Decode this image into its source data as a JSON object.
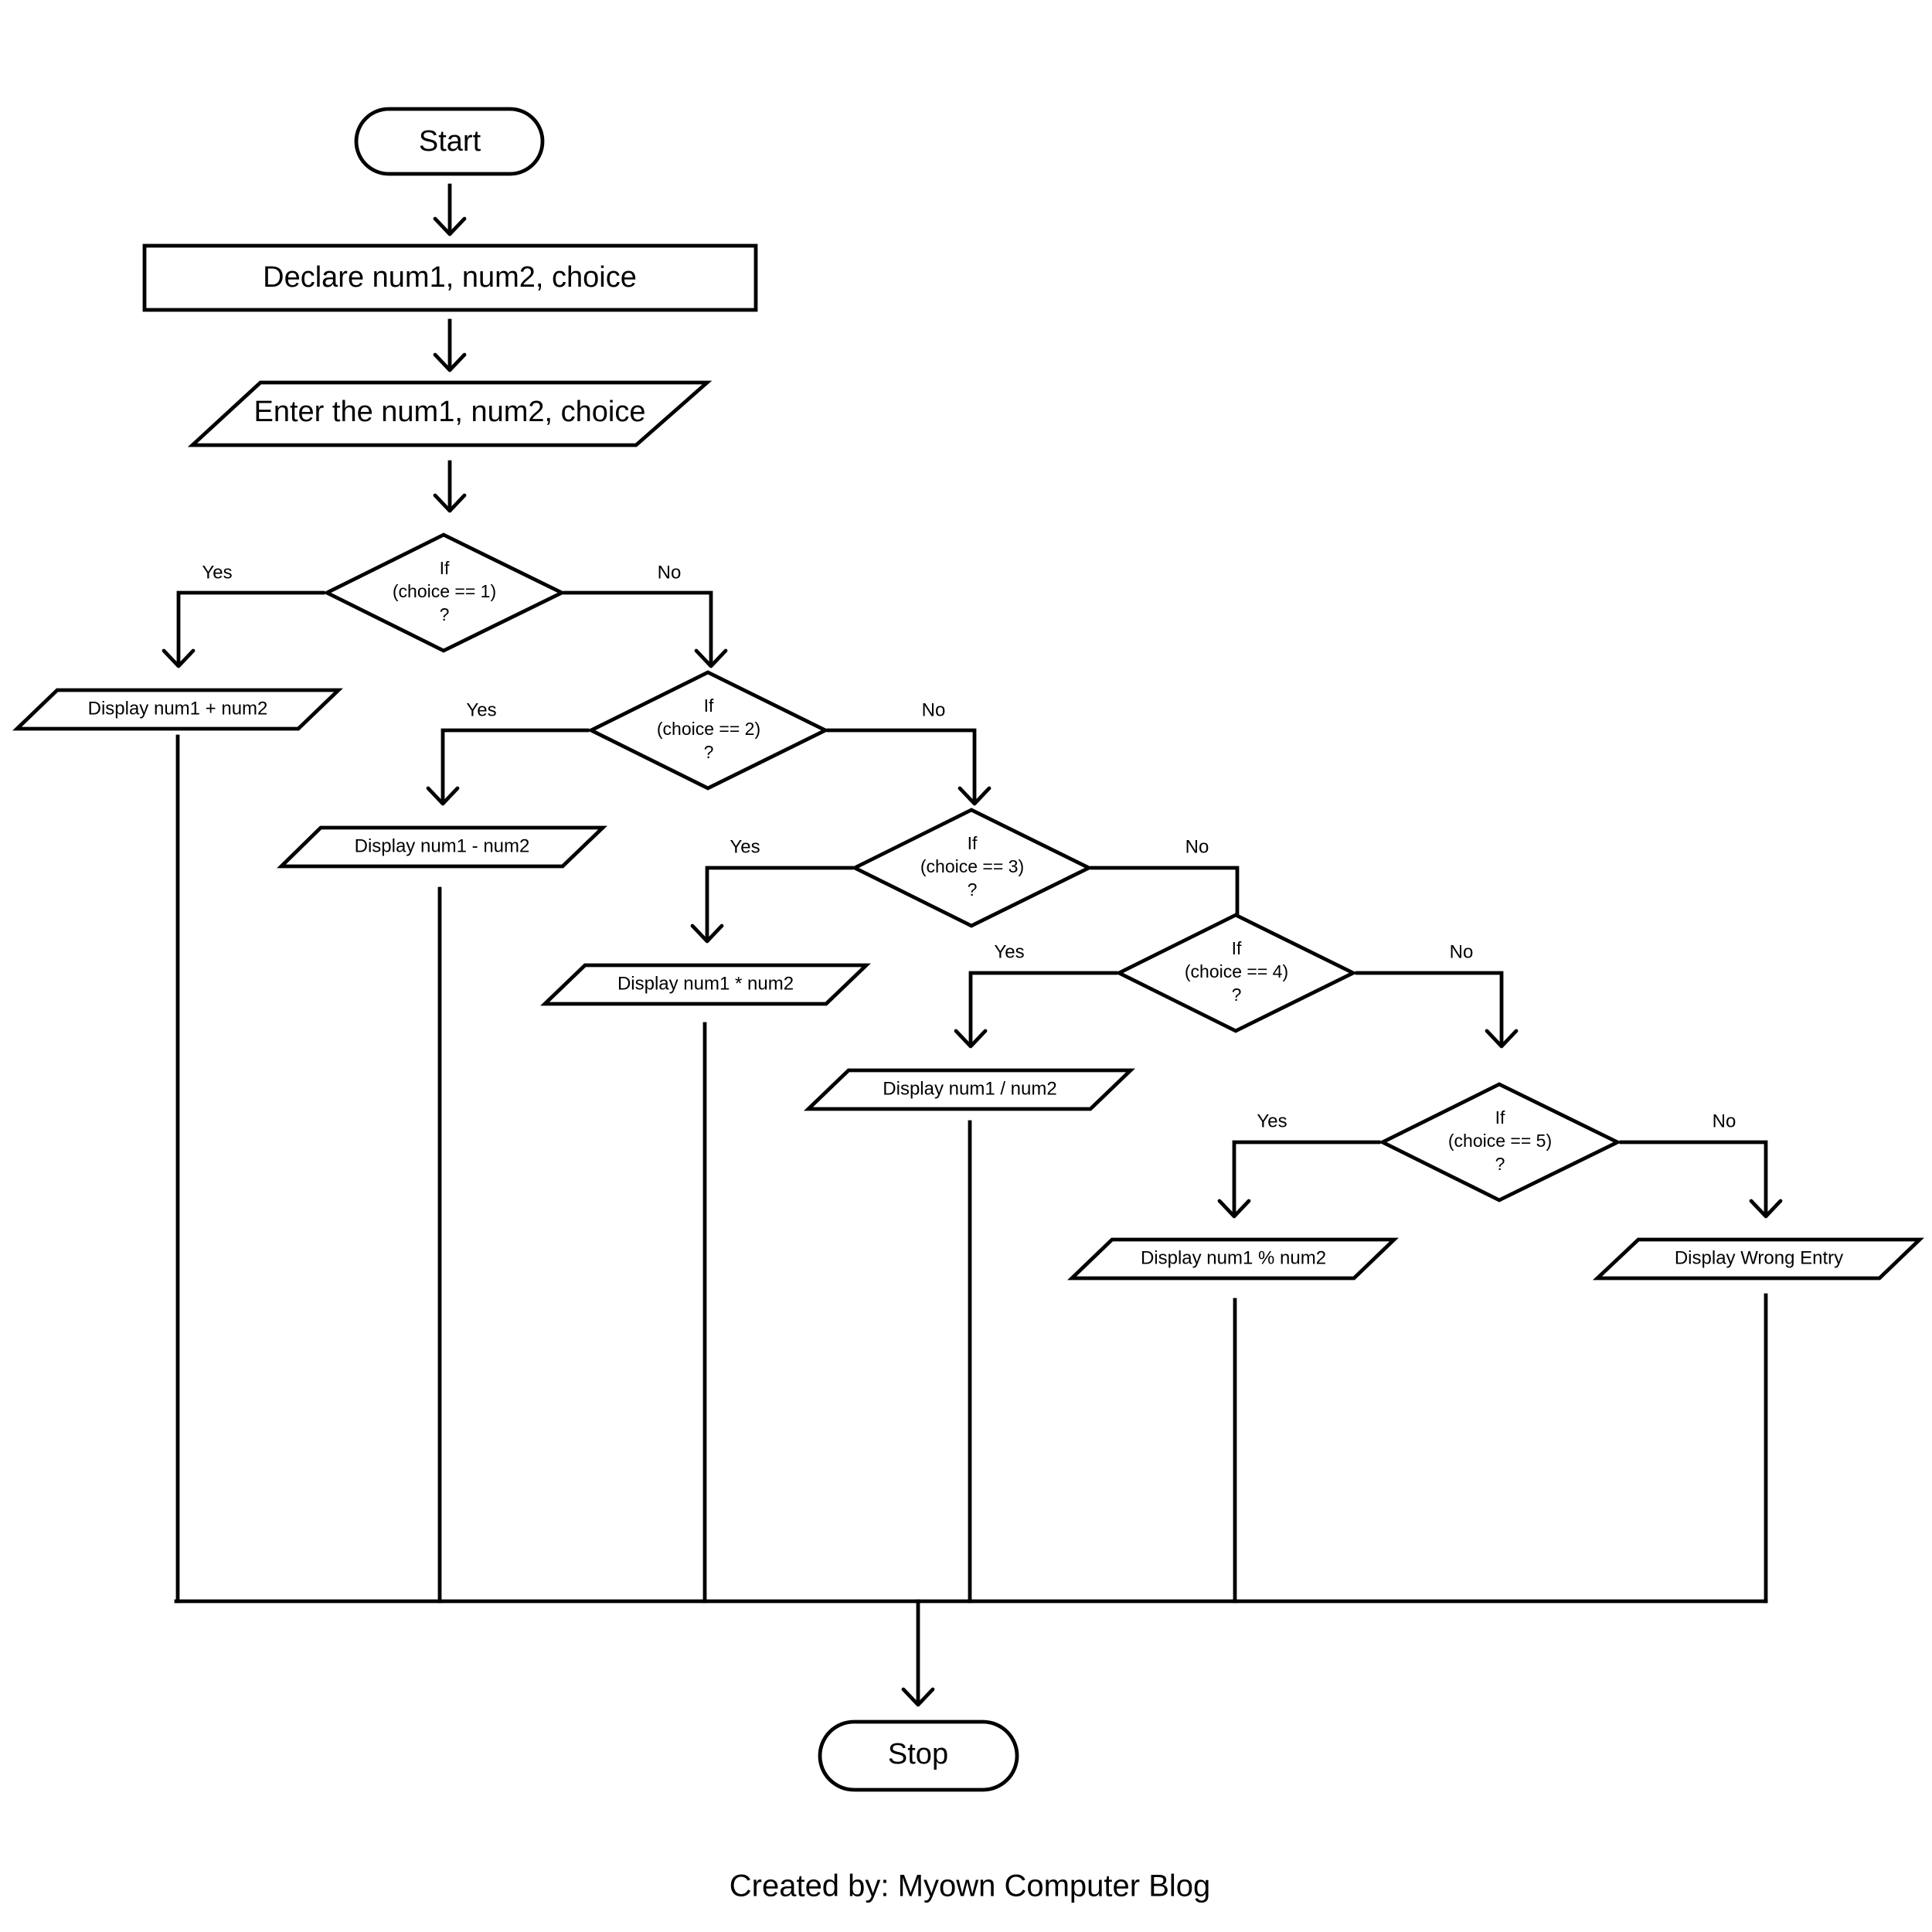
{
  "nodes": {
    "start": "Start",
    "declare": "Declare num1, num2, choice",
    "input": "Enter the num1, num2, choice",
    "decision1": [
      "If",
      "(choice == 1)",
      "?"
    ],
    "decision2": [
      "If",
      "(choice == 2)",
      "?"
    ],
    "decision3": [
      "If",
      "(choice == 3)",
      "?"
    ],
    "decision4": [
      "If",
      "(choice == 4)",
      "?"
    ],
    "decision5": [
      "If",
      "(choice == 5)",
      "?"
    ],
    "output1": "Display num1 + num2",
    "output2": "Display num1 - num2",
    "output3": "Display num1 * num2",
    "output4": "Display num1 / num2",
    "output5": "Display num1 % num2",
    "output6": "Display Wrong Entry",
    "stop": "Stop"
  },
  "branch_labels": {
    "yes": "Yes",
    "no": "No"
  },
  "credit": "Created by: Myown Computer Blog"
}
